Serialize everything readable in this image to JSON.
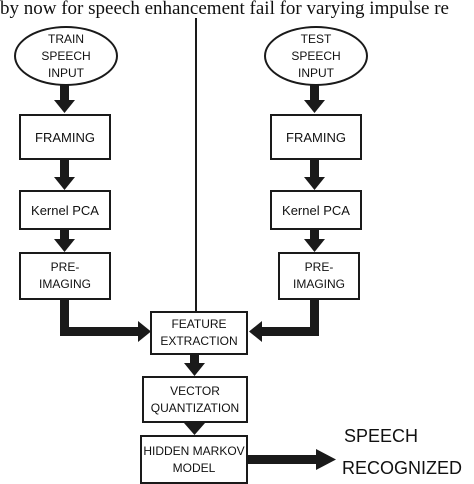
{
  "caption_fragment": "by now for speech enhancement fail for varying impulse re",
  "left_column": {
    "input": [
      "TRAIN",
      "SPEECH",
      "INPUT"
    ],
    "framing": [
      "FRAMING"
    ],
    "kernel_pca": [
      "Kernel PCA"
    ],
    "pre_imaging": [
      "PRE-",
      "IMAGING"
    ]
  },
  "right_column": {
    "input": [
      "TEST",
      "SPEECH",
      "INPUT"
    ],
    "framing": [
      "FRAMING"
    ],
    "kernel_pca": [
      "Kernel PCA"
    ],
    "pre_imaging": [
      "PRE-",
      "IMAGING"
    ]
  },
  "center_column": {
    "feature_extraction": [
      "FEATURE",
      "EXTRACTION"
    ],
    "vector_quantization": [
      "VECTOR",
      "QUANTIZATION"
    ],
    "hmm": [
      "HIDDEN MARKOV",
      "MODEL"
    ]
  },
  "result": [
    "SPEECH",
    "RECOGNIZED"
  ],
  "colors": {
    "stroke": "#1a1a1a",
    "background": "#ffffff"
  }
}
